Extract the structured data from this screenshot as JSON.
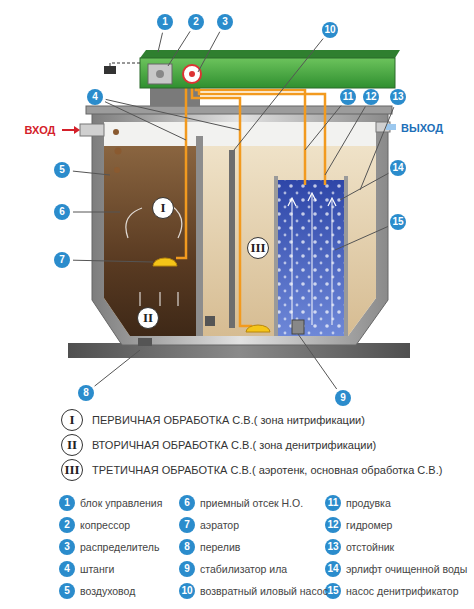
{
  "diagram": {
    "labels": [
      "ВХОД",
      "ВЫХОД",
      "1",
      "2",
      "3",
      "4",
      "5",
      "6",
      "7",
      "8",
      "9",
      "10",
      "11",
      "12",
      "13",
      "14",
      "15",
      "I",
      "II",
      "III",
      "I",
      "II",
      "III",
      "1",
      "2",
      "3",
      "4",
      "5",
      "6",
      "7",
      "8",
      "9",
      "10",
      "11",
      "12",
      "13",
      "14",
      "15"
    ],
    "legend": [
      {
        "text": "ПЕРВИЧНАЯ ОБРАБОТКА С.В.( зона нитрификации)"
      },
      {
        "text": "ВТОРИЧНАЯ ОБРАБОТКА С.В.( зона денитрификации)"
      },
      {
        "text": "ТРЕТИЧНАЯ ОБРАБОТКА С.В.( аэротенк, основная обработка С.В.)"
      },
      {
        "text": "блок управления"
      },
      {
        "text": "копрессор"
      },
      {
        "text": "распределитель"
      },
      {
        "text": "штанги"
      },
      {
        "text": "воздуховод"
      },
      {
        "text": "приемный отсек Н.О."
      },
      {
        "text": "аэратор"
      },
      {
        "text": "перелив"
      },
      {
        "text": "стабилизатор ила"
      },
      {
        "text": "возвратный иловый насос"
      },
      {
        "text": "продувка"
      },
      {
        "text": "гидромер"
      },
      {
        "text": "отстойник"
      },
      {
        "text": "эрлифт очищенной воды"
      },
      {
        "text": "насос денитрификатор"
      }
    ]
  }
}
